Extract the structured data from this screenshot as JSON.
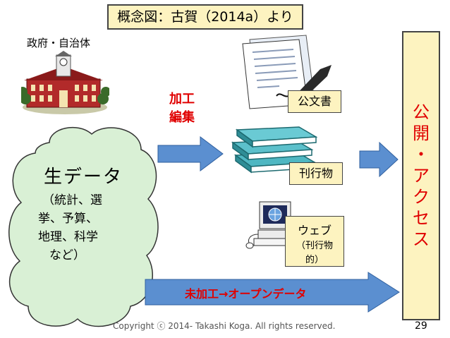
{
  "title": "概念図：古賀（2014a）より",
  "government_label": "政府・自治体",
  "edit_label_1": "加工",
  "edit_label_2": "編集",
  "box_kobunsho": "公文書",
  "box_kankobutsu": "刊行物",
  "box_web_title": "ウェブ",
  "box_web_sub_1": "（刊行物",
  "box_web_sub_2": "的）",
  "raw_data_title": "生データ",
  "raw_data_lines": [
    "（統計、選",
    "挙、予算、",
    "地理、科学",
    "など）"
  ],
  "publish_chars": [
    "公",
    "開",
    "・",
    "ア",
    "ク",
    "セ",
    "ス"
  ],
  "open_data_label": "未加工→オープンデータ",
  "copyright": "Copyright ⓒ 2014- Takashi Koga. All rights reserved.",
  "page_number": "29",
  "colors": {
    "box_fill": "#fdf3c0",
    "arrow_fill": "#5b8fd0",
    "accent_red": "#e00000",
    "cloud_fill": "#d9f0d5"
  },
  "icons": [
    "government-building-icon",
    "document-signing-icon",
    "book-stack-icon",
    "computer-icon"
  ]
}
